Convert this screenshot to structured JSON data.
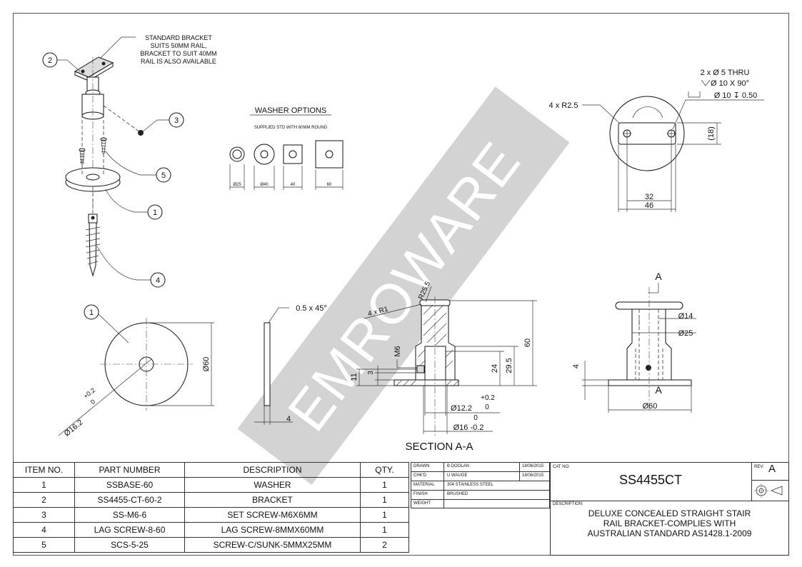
{
  "watermark": "EMROWARE",
  "notes": {
    "bracket_note": [
      "STANDARD BRACKET",
      "SUITS 50MM RAIL,",
      "BRACKET TO SUIT 40MM",
      "RAIL IS ALSO AVAILABLE"
    ],
    "washer_title": "WASHER OPTIONS",
    "washer_subtitle": "SUPPLIED STD WITH 60MM ROUND",
    "washer_dims": [
      "Ø25",
      "Ø40",
      "40",
      "60"
    ],
    "hole_note": [
      "2 x Ø 5 THRU",
      "Ø 10 X 90°",
      "Ø 10 ↧ 0.50"
    ],
    "corner_radius": "4 x R2.5",
    "dim_18": "(18)",
    "dim_32": "32",
    "dim_46": "46",
    "washer_dia": "Ø60",
    "hole_dia": "Ø16.2",
    "hole_tol_plus": "+0.2",
    "hole_tol_zero": "0",
    "chamfer": "0.5 x 45°",
    "thickness": "4",
    "sec_r1": "4 x R1",
    "sec_r25": "R25.5",
    "sec_m6": "M6",
    "sec_11": "11",
    "sec_3": "3",
    "sec_24": "24",
    "sec_29": "29.5",
    "sec_60": "60",
    "sec_122": "Ø12.2",
    "sec_122_plus": "+0.2",
    "sec_122_zero": "0",
    "sec_16": "Ø16 -0.2",
    "sec_16_zero": "0",
    "section_label": "SECTION A-A",
    "side_a": "A",
    "side_14": "Ø14",
    "side_25": "Ø25",
    "side_4": "4",
    "side_60": "Ø60",
    "balloons": [
      "1",
      "2",
      "3",
      "4",
      "5"
    ]
  },
  "bom": {
    "headers": [
      "ITEM NO.",
      "PART NUMBER",
      "DESCRIPTION",
      "QTY."
    ],
    "rows": [
      [
        "1",
        "SSBASE-60",
        "WASHER",
        "1"
      ],
      [
        "2",
        "SS4455-CT-60-2",
        "BRACKET",
        "1"
      ],
      [
        "3",
        "SS-M6-6",
        "SET SCREW-M6X6MM",
        "1"
      ],
      [
        "4",
        "LAG SCREW-8-60",
        "LAG SCREW-8MMX60MM",
        "1"
      ],
      [
        "5",
        "SCS-5-25",
        "SCREW-C/SUNK-5MMX25MM",
        "2"
      ]
    ]
  },
  "title_block": {
    "drawn_label": "DRAWN",
    "drawn_name": "B DOOLAN",
    "drawn_date": "18/06/2015",
    "chkd_label": "CHK'D",
    "chkd_name": "U WAUGE",
    "chkd_date": "18/06/2015",
    "material_label": "MATERIAL",
    "material": "304 STAINLESS STEEL",
    "finish_label": "FINISH",
    "finish": "BRUSHED",
    "weight_label": "WEIGHT",
    "cat_label": "CAT NO:",
    "cat_no": "SS4455CT",
    "rev_label": "REV:",
    "rev": "A",
    "desc_label": "DESCRIPTION:",
    "description": [
      "DELUXE CONCEALED STRAIGHT STAIR",
      "RAIL BRACKET-COMPLIES WITH",
      "AUSTRALIAN STANDARD AS1428.1-2009"
    ]
  }
}
